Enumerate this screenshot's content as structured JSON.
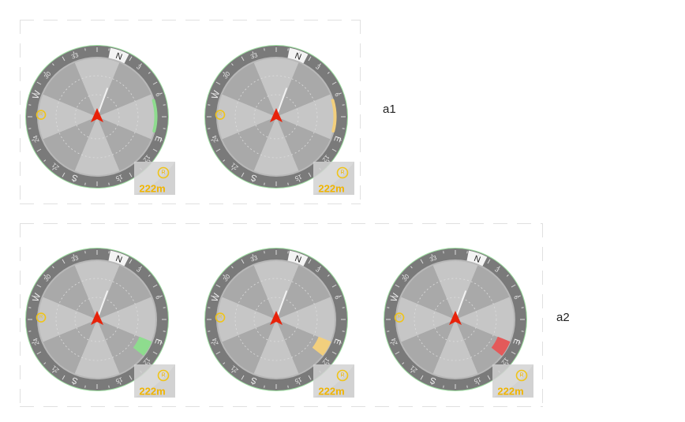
{
  "colors": {
    "ring_outline": "#9fe0a2",
    "bezel": "#7a7a7a",
    "dial_inner": "#b8b8b8",
    "sector_light": "#c6c6c6",
    "sector_dark": "#a9a9a9",
    "needle": "#e8220a",
    "pointer_line": "#f2f2f2",
    "poi_yellow": "#f0c419",
    "green": "#8edc8e",
    "amber": "#f2cf7d",
    "red": "#e35a5a",
    "badge_bg": "#d2d2d2",
    "badge_text": "#f0b400"
  },
  "groups": [
    {
      "label": "a1",
      "compasses": [
        {
          "indicator_style": "arc",
          "indicator_color": "green",
          "distance": "222m"
        },
        {
          "indicator_style": "arc",
          "indicator_color": "amber",
          "distance": "222m"
        }
      ]
    },
    {
      "label": "a2",
      "compasses": [
        {
          "indicator_style": "wedge",
          "indicator_color": "green",
          "distance": "222m"
        },
        {
          "indicator_style": "wedge",
          "indicator_color": "amber",
          "distance": "222m"
        },
        {
          "indicator_style": "wedge",
          "indicator_color": "red",
          "distance": "222m"
        }
      ]
    }
  ],
  "bezel_labels": {
    "north": "N",
    "east": "E",
    "south": "S",
    "west": "W",
    "numbers": [
      "3",
      "6",
      "12",
      "15",
      "21",
      "24",
      "30",
      "33"
    ]
  },
  "poi_marker_letter": "R",
  "badge_marker_letter": "R"
}
